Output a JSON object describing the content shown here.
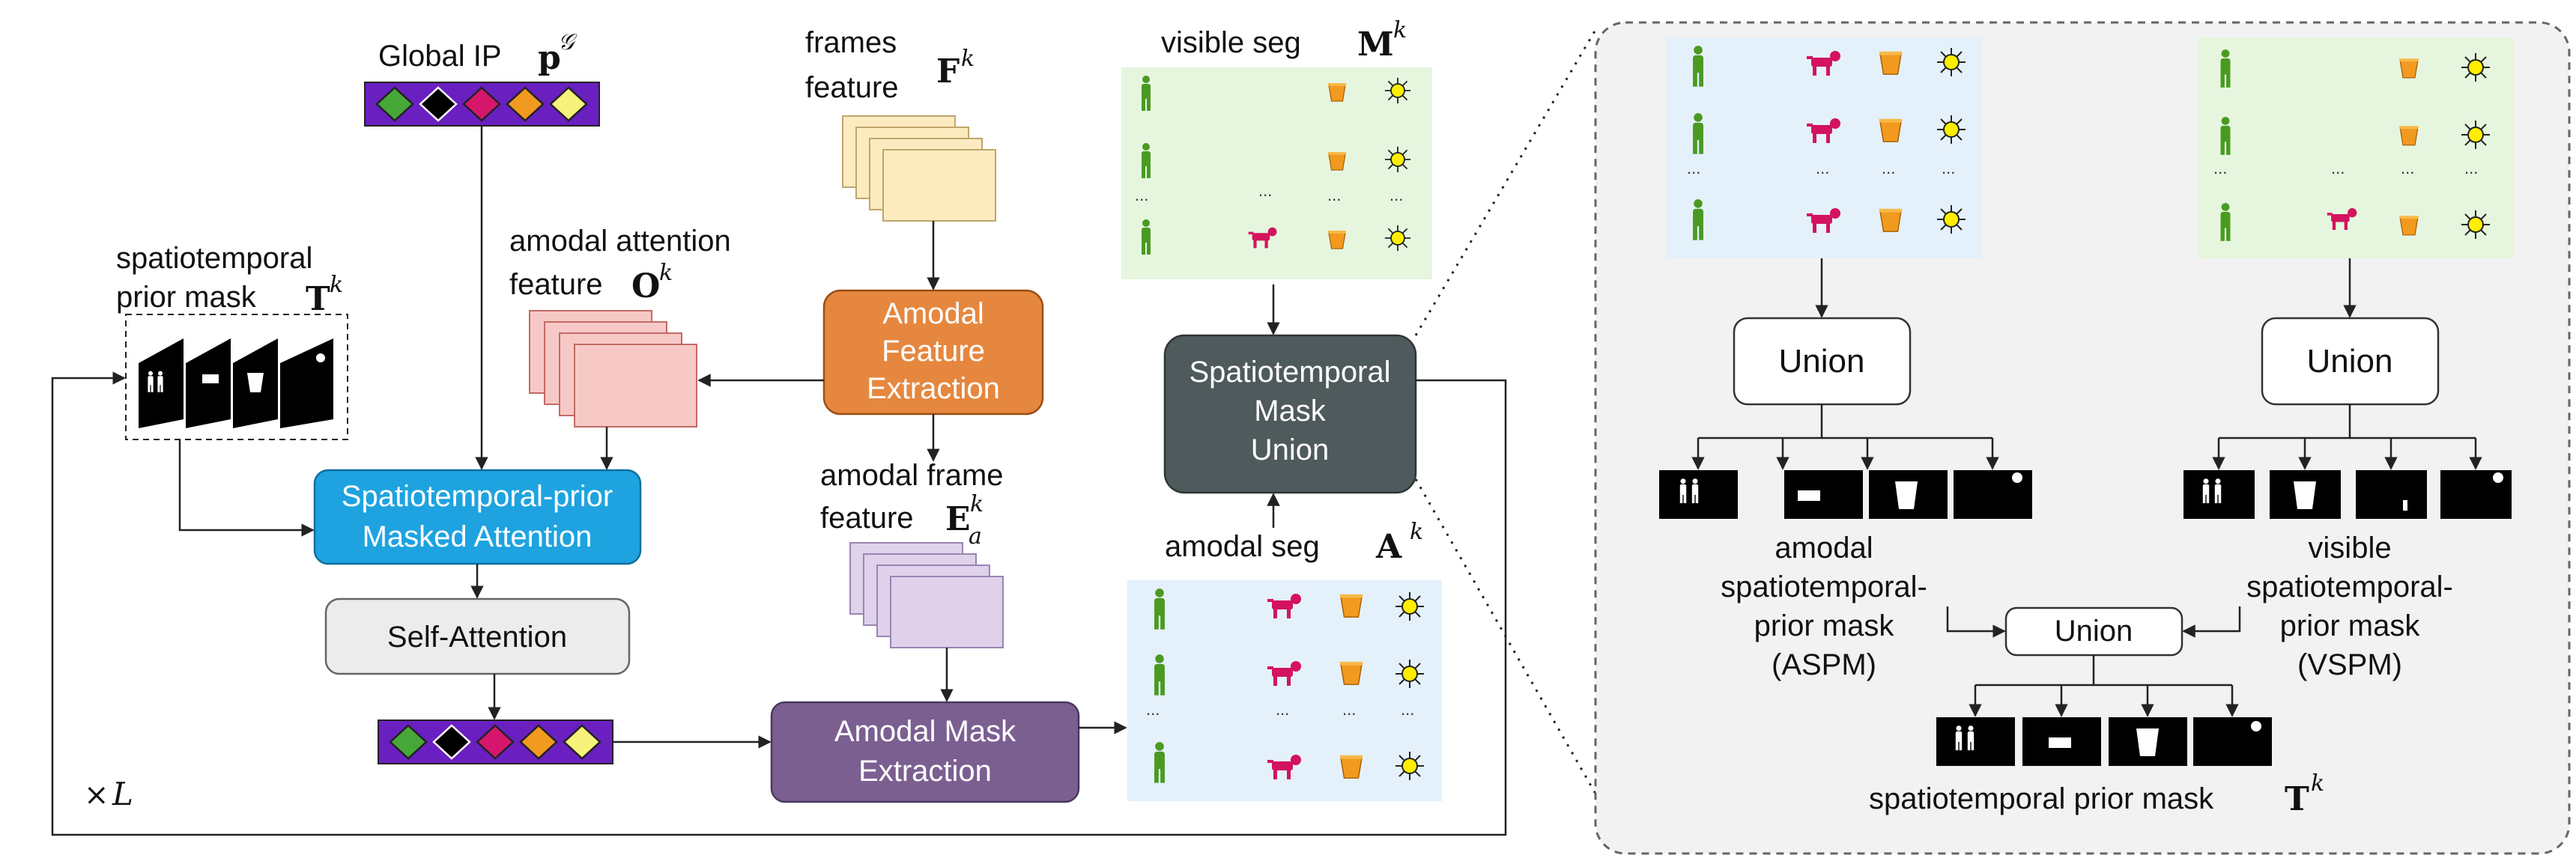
{
  "left": {
    "global_ip": {
      "label": "Global IP",
      "symbol": "p",
      "sup": "𝒢"
    },
    "frames_feature": {
      "line1": "frames",
      "line2": "feature",
      "symbol": "F",
      "sup": "k"
    },
    "amodal_feature_extraction": {
      "line1": "Amodal",
      "line2": "Feature",
      "line3": "Extraction"
    },
    "amodal_attention_feature": {
      "line1": "amodal attention",
      "line2": "feature",
      "symbol": "O",
      "sup": "k"
    },
    "spatiotemporal_prior_mask": {
      "line1": "spatiotemporal",
      "line2": "prior mask",
      "symbol": "T",
      "sup": "k"
    },
    "masked_attention": {
      "line1": "Spatiotemporal-prior",
      "line2": "Masked Attention"
    },
    "self_attention": {
      "label": "Self-Attention"
    },
    "amodal_frame_feature": {
      "line1": "amodal frame",
      "line2": "feature",
      "symbol": "E",
      "sup": "k",
      "sub": "a"
    },
    "amodal_mask_extraction": {
      "line1": "Amodal Mask",
      "line2": "Extraction"
    },
    "visible_seg": {
      "label": "visible seg",
      "symbol": "M",
      "sup": "k"
    },
    "amodal_seg": {
      "label": "amodal seg",
      "symbol": "A",
      "sup": "k"
    },
    "mask_union": {
      "line1": "Spatiotemporal",
      "line2": "Mask",
      "line3": "Union"
    },
    "loop": {
      "times": "×",
      "symbol": "L"
    }
  },
  "right": {
    "union_left": "Union",
    "union_right": "Union",
    "union_bottom": "Union",
    "aspm": {
      "line1": "amodal",
      "line2": "spatiotemporal-",
      "line3": "prior mask",
      "line4": "(ASPM)"
    },
    "vspm": {
      "line1": "visible",
      "line2": "spatiotemporal-",
      "line3": "prior mask",
      "line4": "(VSPM)"
    },
    "final": {
      "label": "spatiotemporal prior mask",
      "symbol": "T",
      "sup": "k"
    }
  },
  "ellipsis": "...",
  "colors": {
    "ip_bar": "#6a1fc0",
    "tokens": [
      "#47a83a",
      "#000000",
      "#d6166c",
      "#f29a1f",
      "#f7f27a"
    ],
    "frames_feature": "#fdebc0",
    "amodal_feature_box": "#e6873f",
    "attention_feature": "#f7c9c6",
    "masked_attention_box": "#1ea3e0",
    "self_attention_box": "#ececec",
    "frame_feature_purple": "#dfd2ea",
    "amodal_mask_box": "#7b5f91",
    "union_box_dark": "#4e5a5c",
    "visible_panel": "#e6f6de",
    "amodal_panel": "#e4f1fb",
    "zoom_panel": "#f2f2f2"
  },
  "icons": [
    "person-icon",
    "dog-icon",
    "bucket-icon",
    "sun-icon"
  ]
}
